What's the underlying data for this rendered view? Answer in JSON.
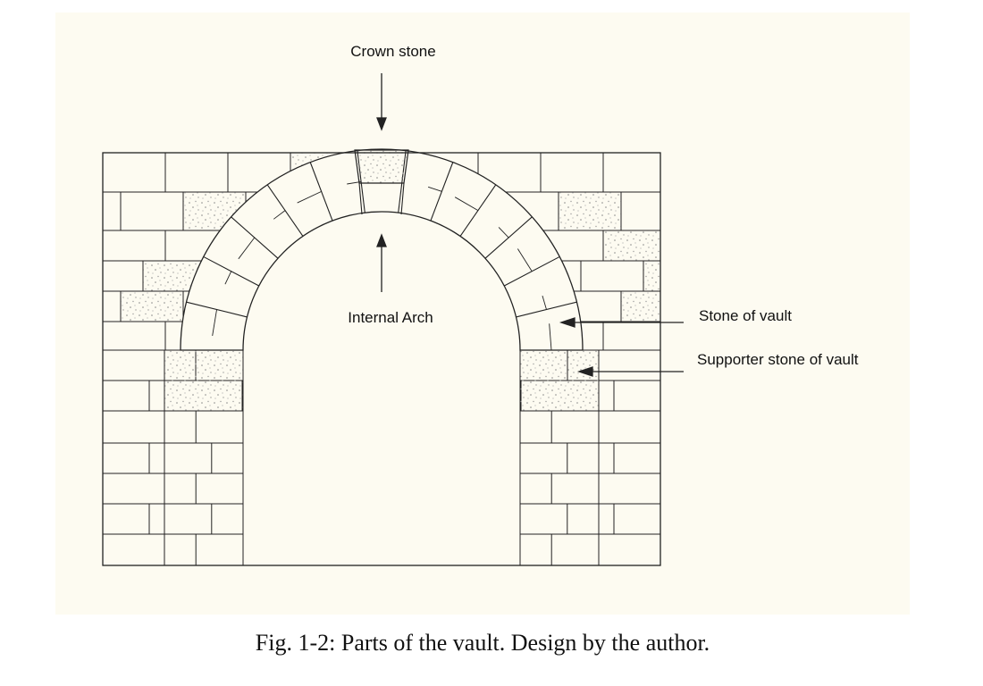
{
  "labels": {
    "crown_stone": "Crown stone",
    "internal_arch": "Internal Arch",
    "stone_of_vault": "Stone of vault",
    "supporter_stone": "Supporter stone of vault"
  },
  "caption": "Fig. 1-2: Parts of the vault. Design by the author.",
  "colors": {
    "panel": "#fdfbf1",
    "line": "#222222",
    "stipple": "#8a8a8a"
  }
}
